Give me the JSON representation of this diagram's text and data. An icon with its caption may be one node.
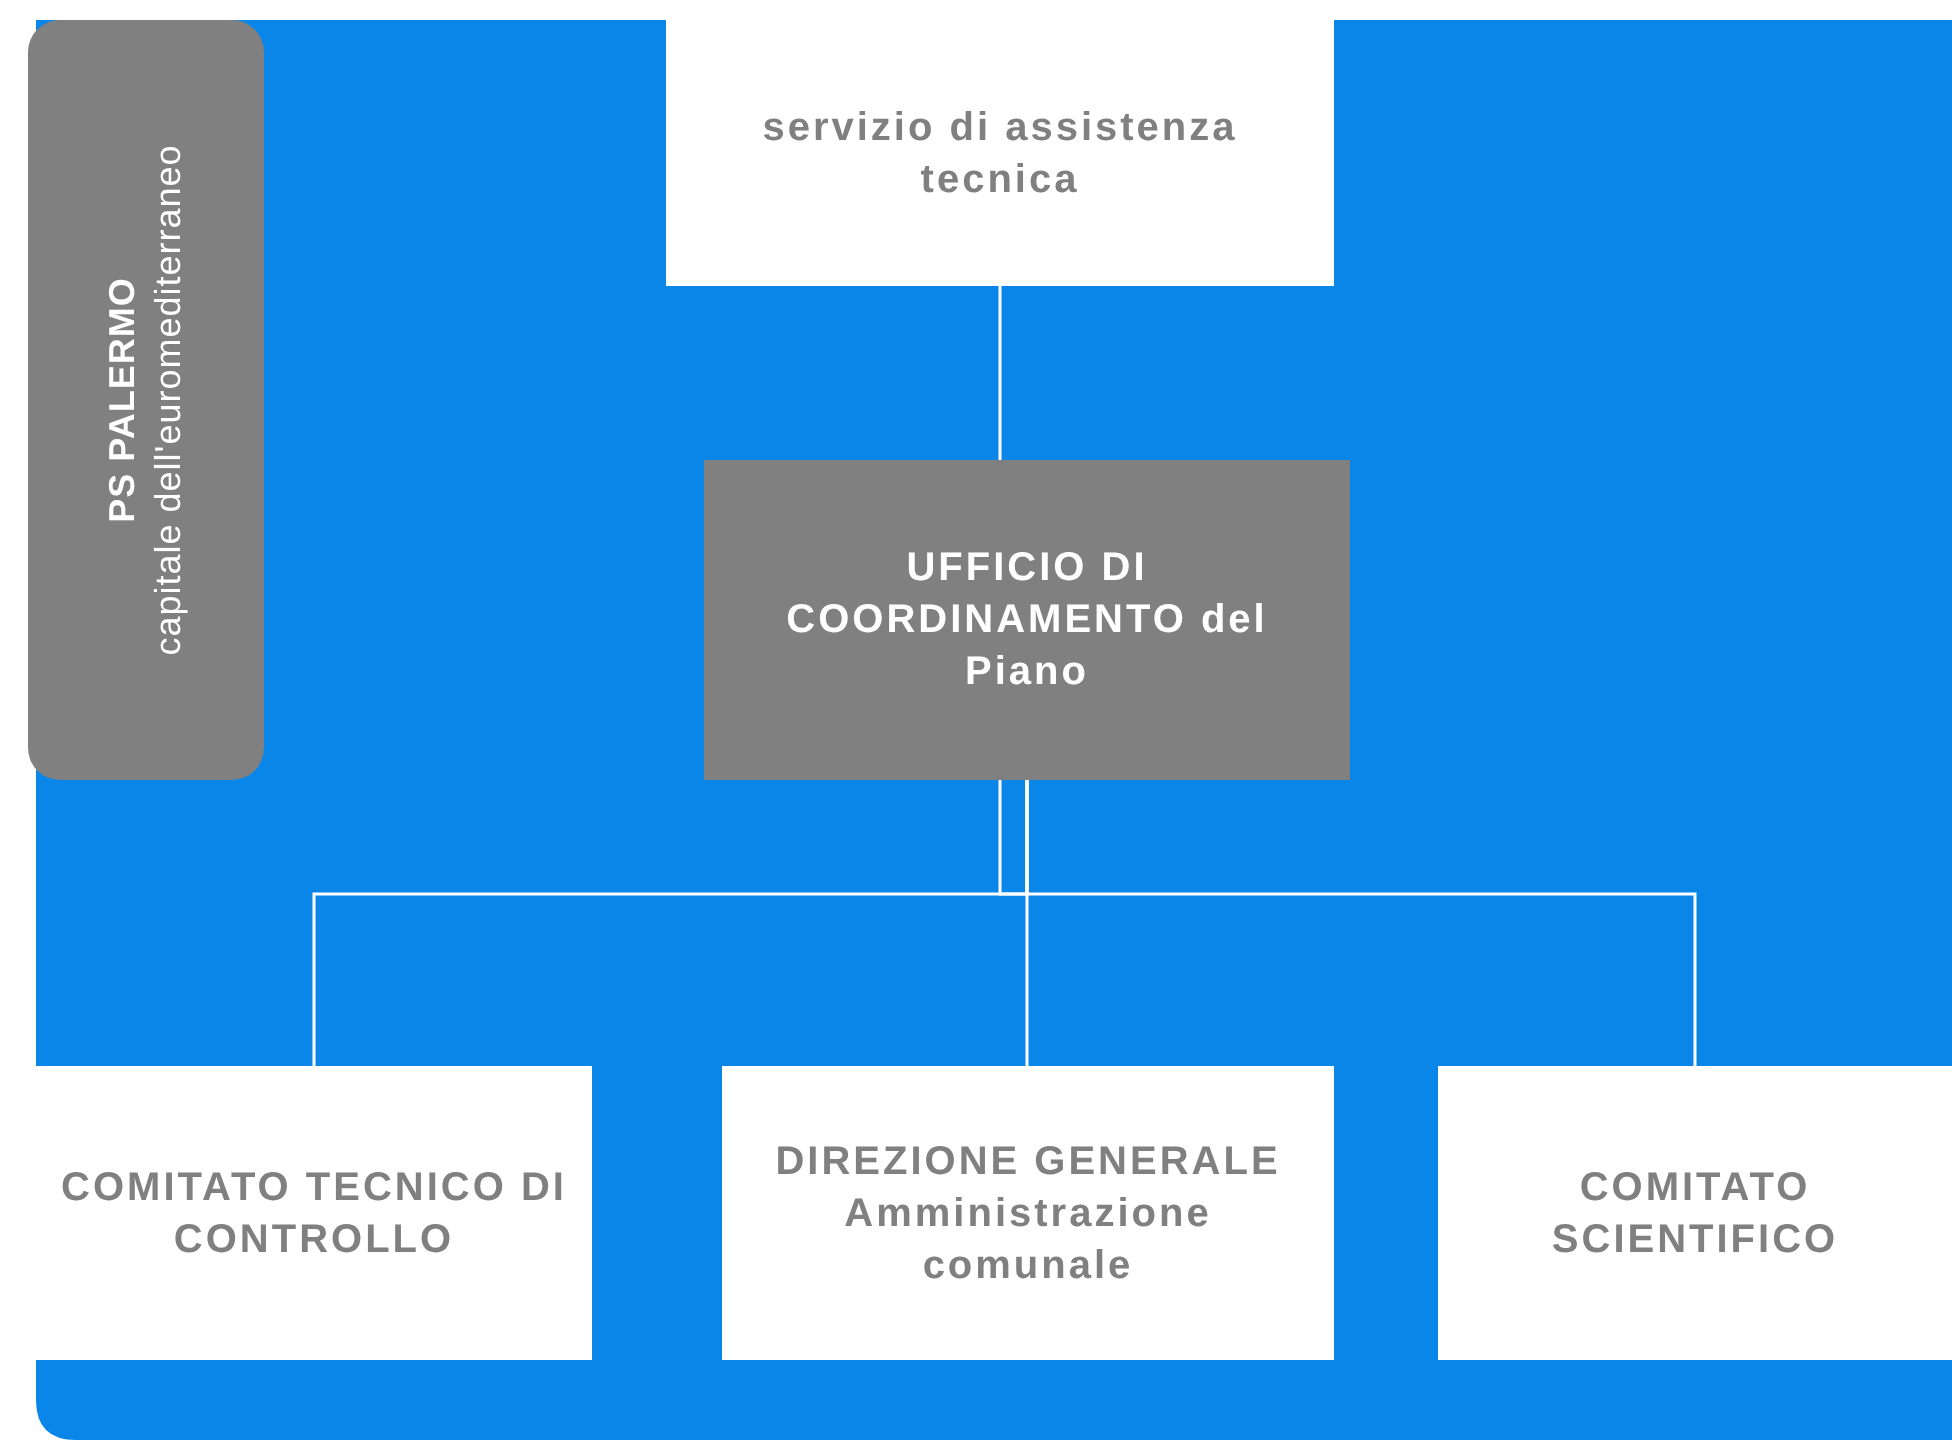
{
  "diagram": {
    "nodes": [
      {
        "text": [
          "PS PALERMO",
          "capitale dell'euromediterraneo"
        ]
      },
      {
        "text": [
          "servizio di assistenza tecnica"
        ]
      },
      {
        "text": [
          "UFFICIO DI COORDINAMENTO del Piano"
        ]
      },
      {
        "text": [
          "COMITATO TECNICO DI CONTROLLO"
        ]
      },
      {
        "text": [
          "DIREZIONE GENERALE Amministrazione comunale"
        ]
      },
      {
        "text": [
          "COMITATO SCIENTIFICO"
        ]
      }
    ],
    "edges": [
      {
        "from": 1,
        "to": 2,
        "arrow": "none"
      },
      {
        "from": 2,
        "to": 3,
        "arrow": "none"
      },
      {
        "from": 2,
        "to": 4,
        "arrow": "none"
      },
      {
        "from": 2,
        "to": 5,
        "arrow": "none"
      }
    ]
  }
}
